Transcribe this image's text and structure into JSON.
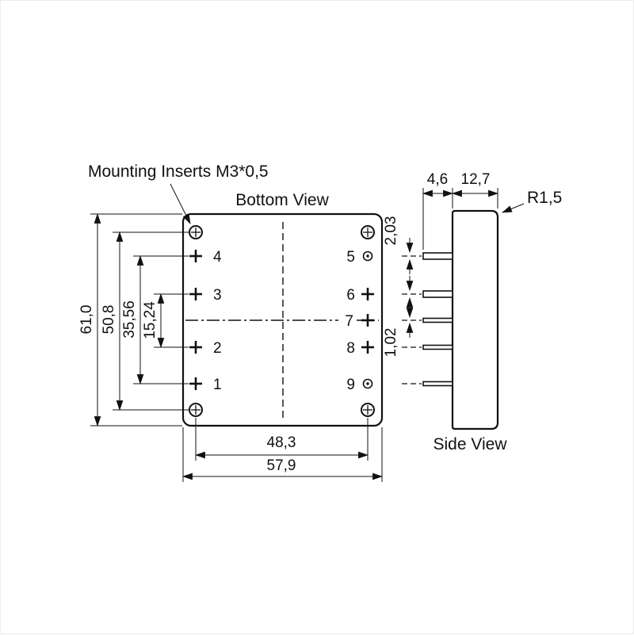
{
  "labels": {
    "mounting": "Mounting Inserts M3*0,5",
    "bottom_view": "Bottom View",
    "side_view": "Side View",
    "radius": "R1,5"
  },
  "bv": {
    "pins_left": [
      "4",
      "3",
      "2",
      "1"
    ],
    "pins_right": [
      "5",
      "6",
      "7",
      "8",
      "9"
    ],
    "dims": {
      "outer_h": "61,0",
      "holes_h": "50,8",
      "pins_h": "35,56",
      "pins_inner_h": "15,24",
      "pins_w": "48,3",
      "outer_w": "57,9"
    }
  },
  "sv": {
    "dims": {
      "pin_len": "4,6",
      "depth": "12,7",
      "dia_big": "2,03",
      "dia_small": "1,02"
    }
  }
}
